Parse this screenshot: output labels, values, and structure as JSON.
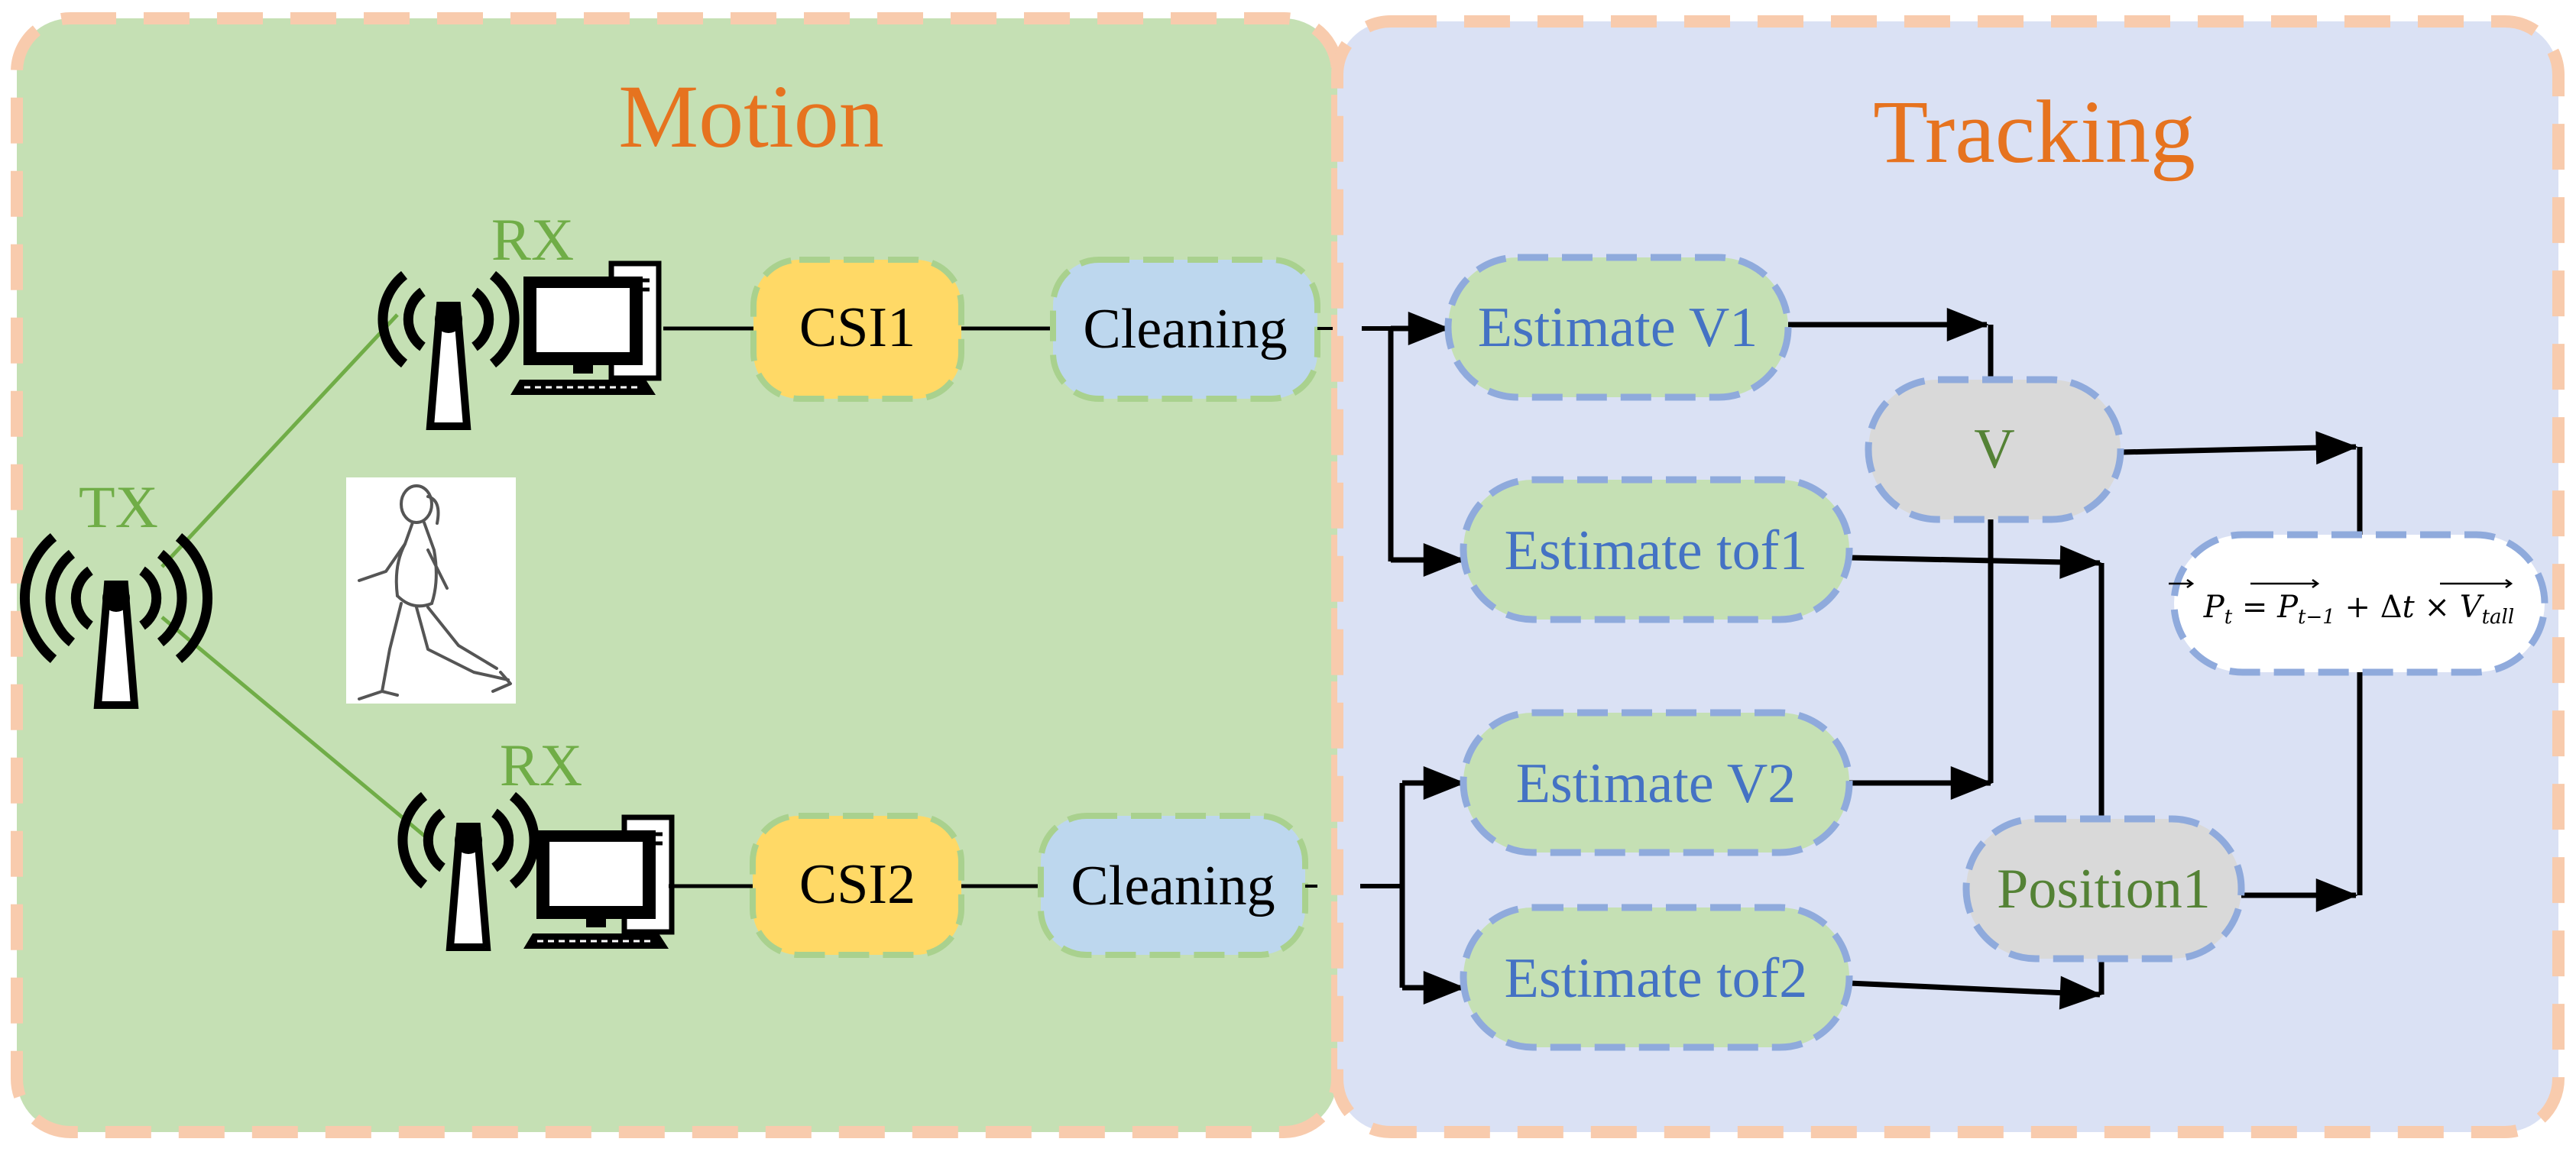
{
  "panels": {
    "motion": {
      "title": "Motion",
      "fill": "#c5e0b4",
      "border": "#f8cbad",
      "title_color": "#e6731f"
    },
    "tracking": {
      "title": "Tracking",
      "fill": "#dae1f4",
      "border": "#f8cbad",
      "title_color": "#e6731f"
    }
  },
  "labels": {
    "tx": "TX",
    "rx1": "RX",
    "rx2": "RX",
    "label_color": "#70ad47",
    "text_blue": "#4472c4"
  },
  "nodes": {
    "csi1": "CSI1",
    "csi2": "CSI2",
    "cleaning1": "Cleaning",
    "cleaning2": "Cleaning",
    "estimate_v1": "Estimate V1",
    "estimate_tof1": "Estimate tof1",
    "estimate_v2": "Estimate V2",
    "estimate_tof2": "Estimate tof2",
    "v": "V",
    "position1": "Position1"
  },
  "formula": {
    "p": "P",
    "p_sub": "t",
    "equals": " = ",
    "p2": "P",
    "p2_sub": "t−1",
    "plus": " + Δ",
    "t": "t",
    "times": " × ",
    "v": "V",
    "v_sub": "tall"
  },
  "colors": {
    "csi_fill": "#ffd966",
    "cleaning_fill": "#bdd7ee",
    "estimate_fill": "#c5e0b4",
    "estimate_border": "#8faadc",
    "gray_fill": "#d9d9d9",
    "green_dash": "#a9d18e"
  },
  "icons": {
    "antenna": "antenna-icon",
    "computer": "computer-icon",
    "walker": "walking-person-icon"
  }
}
